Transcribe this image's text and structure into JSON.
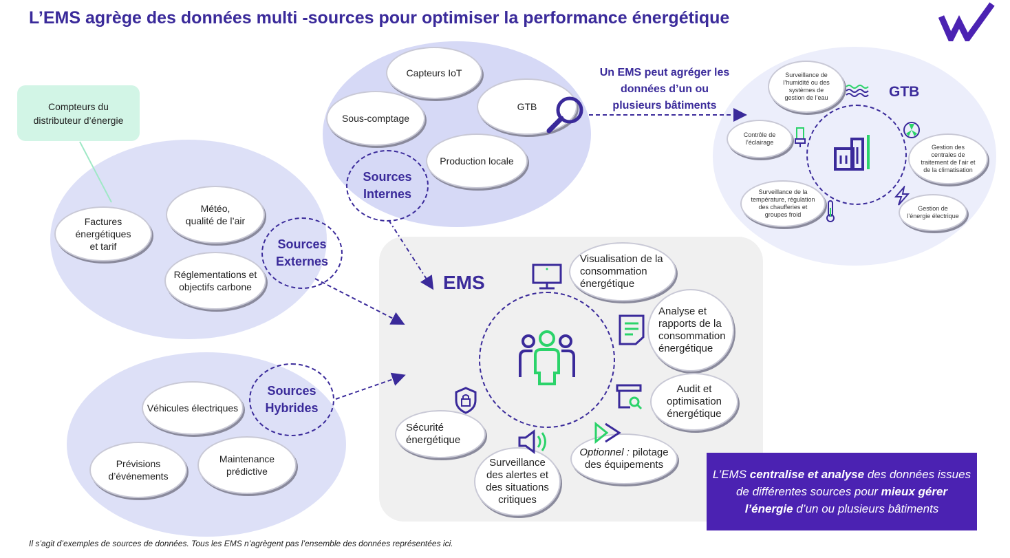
{
  "title": "L’EMS agrège des données multi -sources pour optimiser la performance énergétique",
  "colors": {
    "accent": "#3a2a9a",
    "blob": "#dde0f7",
    "green": "#2bd36a",
    "summary_bg": "#4b22b2"
  },
  "compteurs": "Compteurs du\ndistributeur d’énergie",
  "externes": {
    "label": "Sources\nExternes",
    "items": [
      "Factures\nénergétiques\net tarif",
      "Météo,\nqualité de l’air",
      "Réglementations et\nobjectifs carbone"
    ]
  },
  "internes": {
    "label": "Sources\nInternes",
    "items": [
      "Capteurs IoT",
      "Sous-comptage",
      "GTB",
      "Production locale"
    ]
  },
  "hybrides": {
    "label": "Sources\nHybrides",
    "items": [
      "Véhicules électriques",
      "Prévisions\nd’événements",
      "Maintenance\nprédictive"
    ]
  },
  "aggregation_note": "Un EMS peut agréger les\ndonnées d’un ou\nplusieurs bâtiments",
  "gtb": {
    "label": "GTB",
    "items": [
      "Surveillance de\nl’humidité ou des\nsystèmes de\ngestion de l’eau",
      "Contrôle de\nl’éclairage",
      "Gestion des\ncentrales de\ntraitement de l’air et\nde la climatisation",
      "Surveillance de la\ntempérature, régulation\ndes chaufferies et\ngroupes froid",
      "Gestion de\nl’énergie électrique"
    ]
  },
  "ems": {
    "label": "EMS",
    "features": [
      "Visualisation de la\nconsommation\nénergétique",
      "Analyse et\nrapports de la\nconsommation\nénergétique",
      "Audit et\noptimisation\nénergétique",
      "Sécurité\nénergétique",
      "Surveillance\ndes alertes et\ndes situations\ncritiques"
    ],
    "pilotage_italic": "Optionnel :",
    "pilotage_rest": " pilotage\ndes équipements"
  },
  "summary": {
    "p1": "L’EMS ",
    "b1": "centralise et analyse",
    "p2": " des données issues de différentes sources pour ",
    "b2": "mieux gérer l’énergie",
    "p3": " d’un ou plusieurs bâtiments"
  },
  "footnote": "Il s’agit d’exemples de sources de données. Tous les EMS n’agrègent pas l’ensemble des données représentées ici."
}
